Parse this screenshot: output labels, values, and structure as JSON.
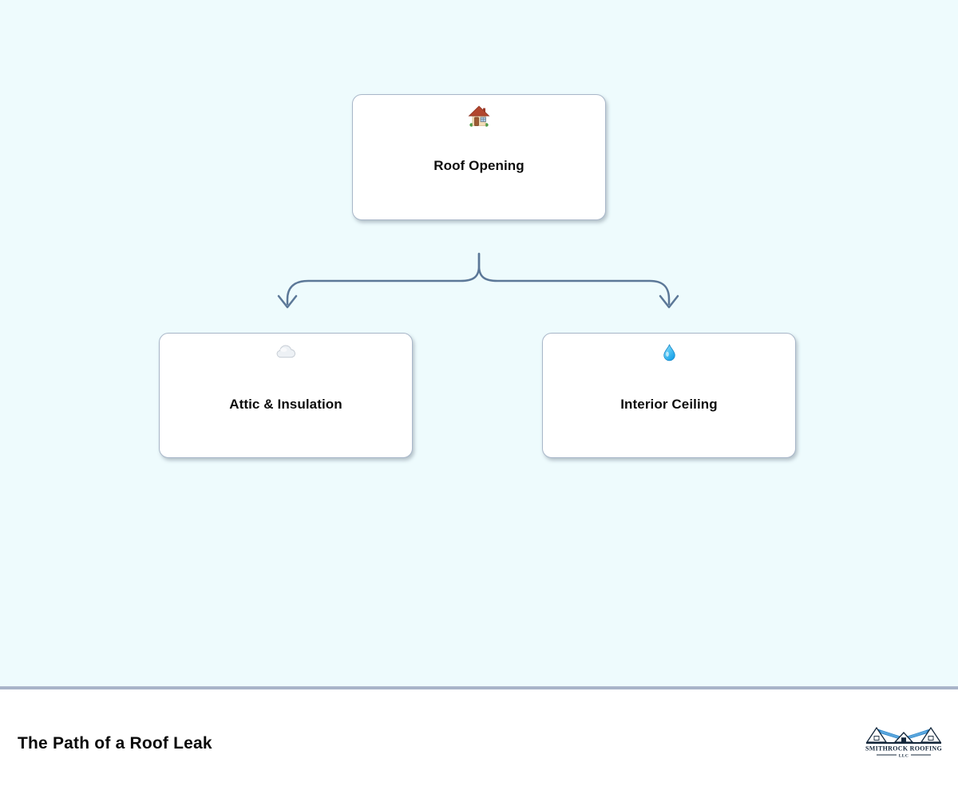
{
  "diagram": {
    "nodes": [
      {
        "id": "roof-opening",
        "icon": "house-icon",
        "label": "Roof Opening"
      },
      {
        "id": "attic-insulation",
        "icon": "cloud-icon",
        "label": "Attic & Insulation"
      },
      {
        "id": "interior-ceiling",
        "icon": "droplet-icon",
        "label": "Interior Ceiling"
      }
    ],
    "connections": [
      {
        "from": "roof-opening",
        "to": "attic-insulation"
      },
      {
        "from": "roof-opening",
        "to": "interior-ceiling"
      }
    ]
  },
  "footer": {
    "title": "The Path of a Roof Leak",
    "logo": {
      "company": "SMITHROCK ROOFING",
      "suffix": "LLC"
    }
  },
  "colors": {
    "background": "#eefbfd",
    "node_background": "#ffffff",
    "node_border": "#a9b7c9",
    "connector": "#5c7898",
    "divider": "#a9b4c9",
    "footer_background": "#ffffff",
    "text": "#0d0d0d",
    "logo_navy": "#14273b",
    "logo_blue": "#2e86c8"
  }
}
